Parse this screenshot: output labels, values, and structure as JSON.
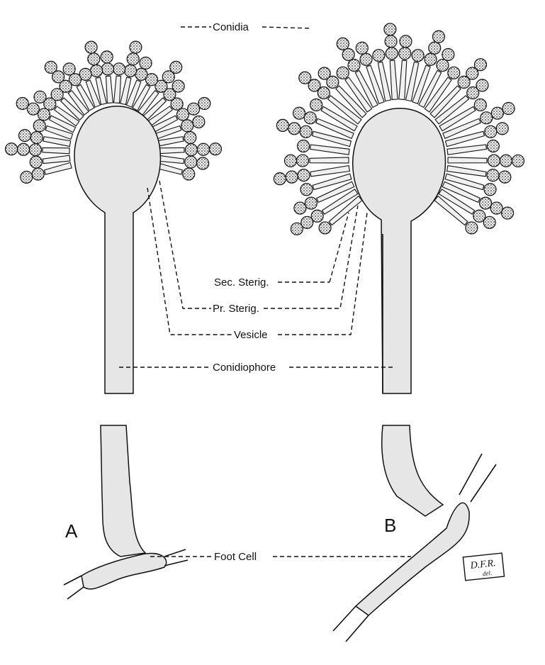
{
  "labels": {
    "conidia": "Conidia",
    "sec_sterig": "Sec. Sterig.",
    "pr_sterig": "Pr. Sterig.",
    "vesicle": "Vesicle",
    "conidiophore": "Conidiophore",
    "foot_cell": "Foot Cell",
    "fig_a": "A",
    "fig_b": "B",
    "signature_line1": "D.F.R.",
    "signature_line2": "del."
  }
}
